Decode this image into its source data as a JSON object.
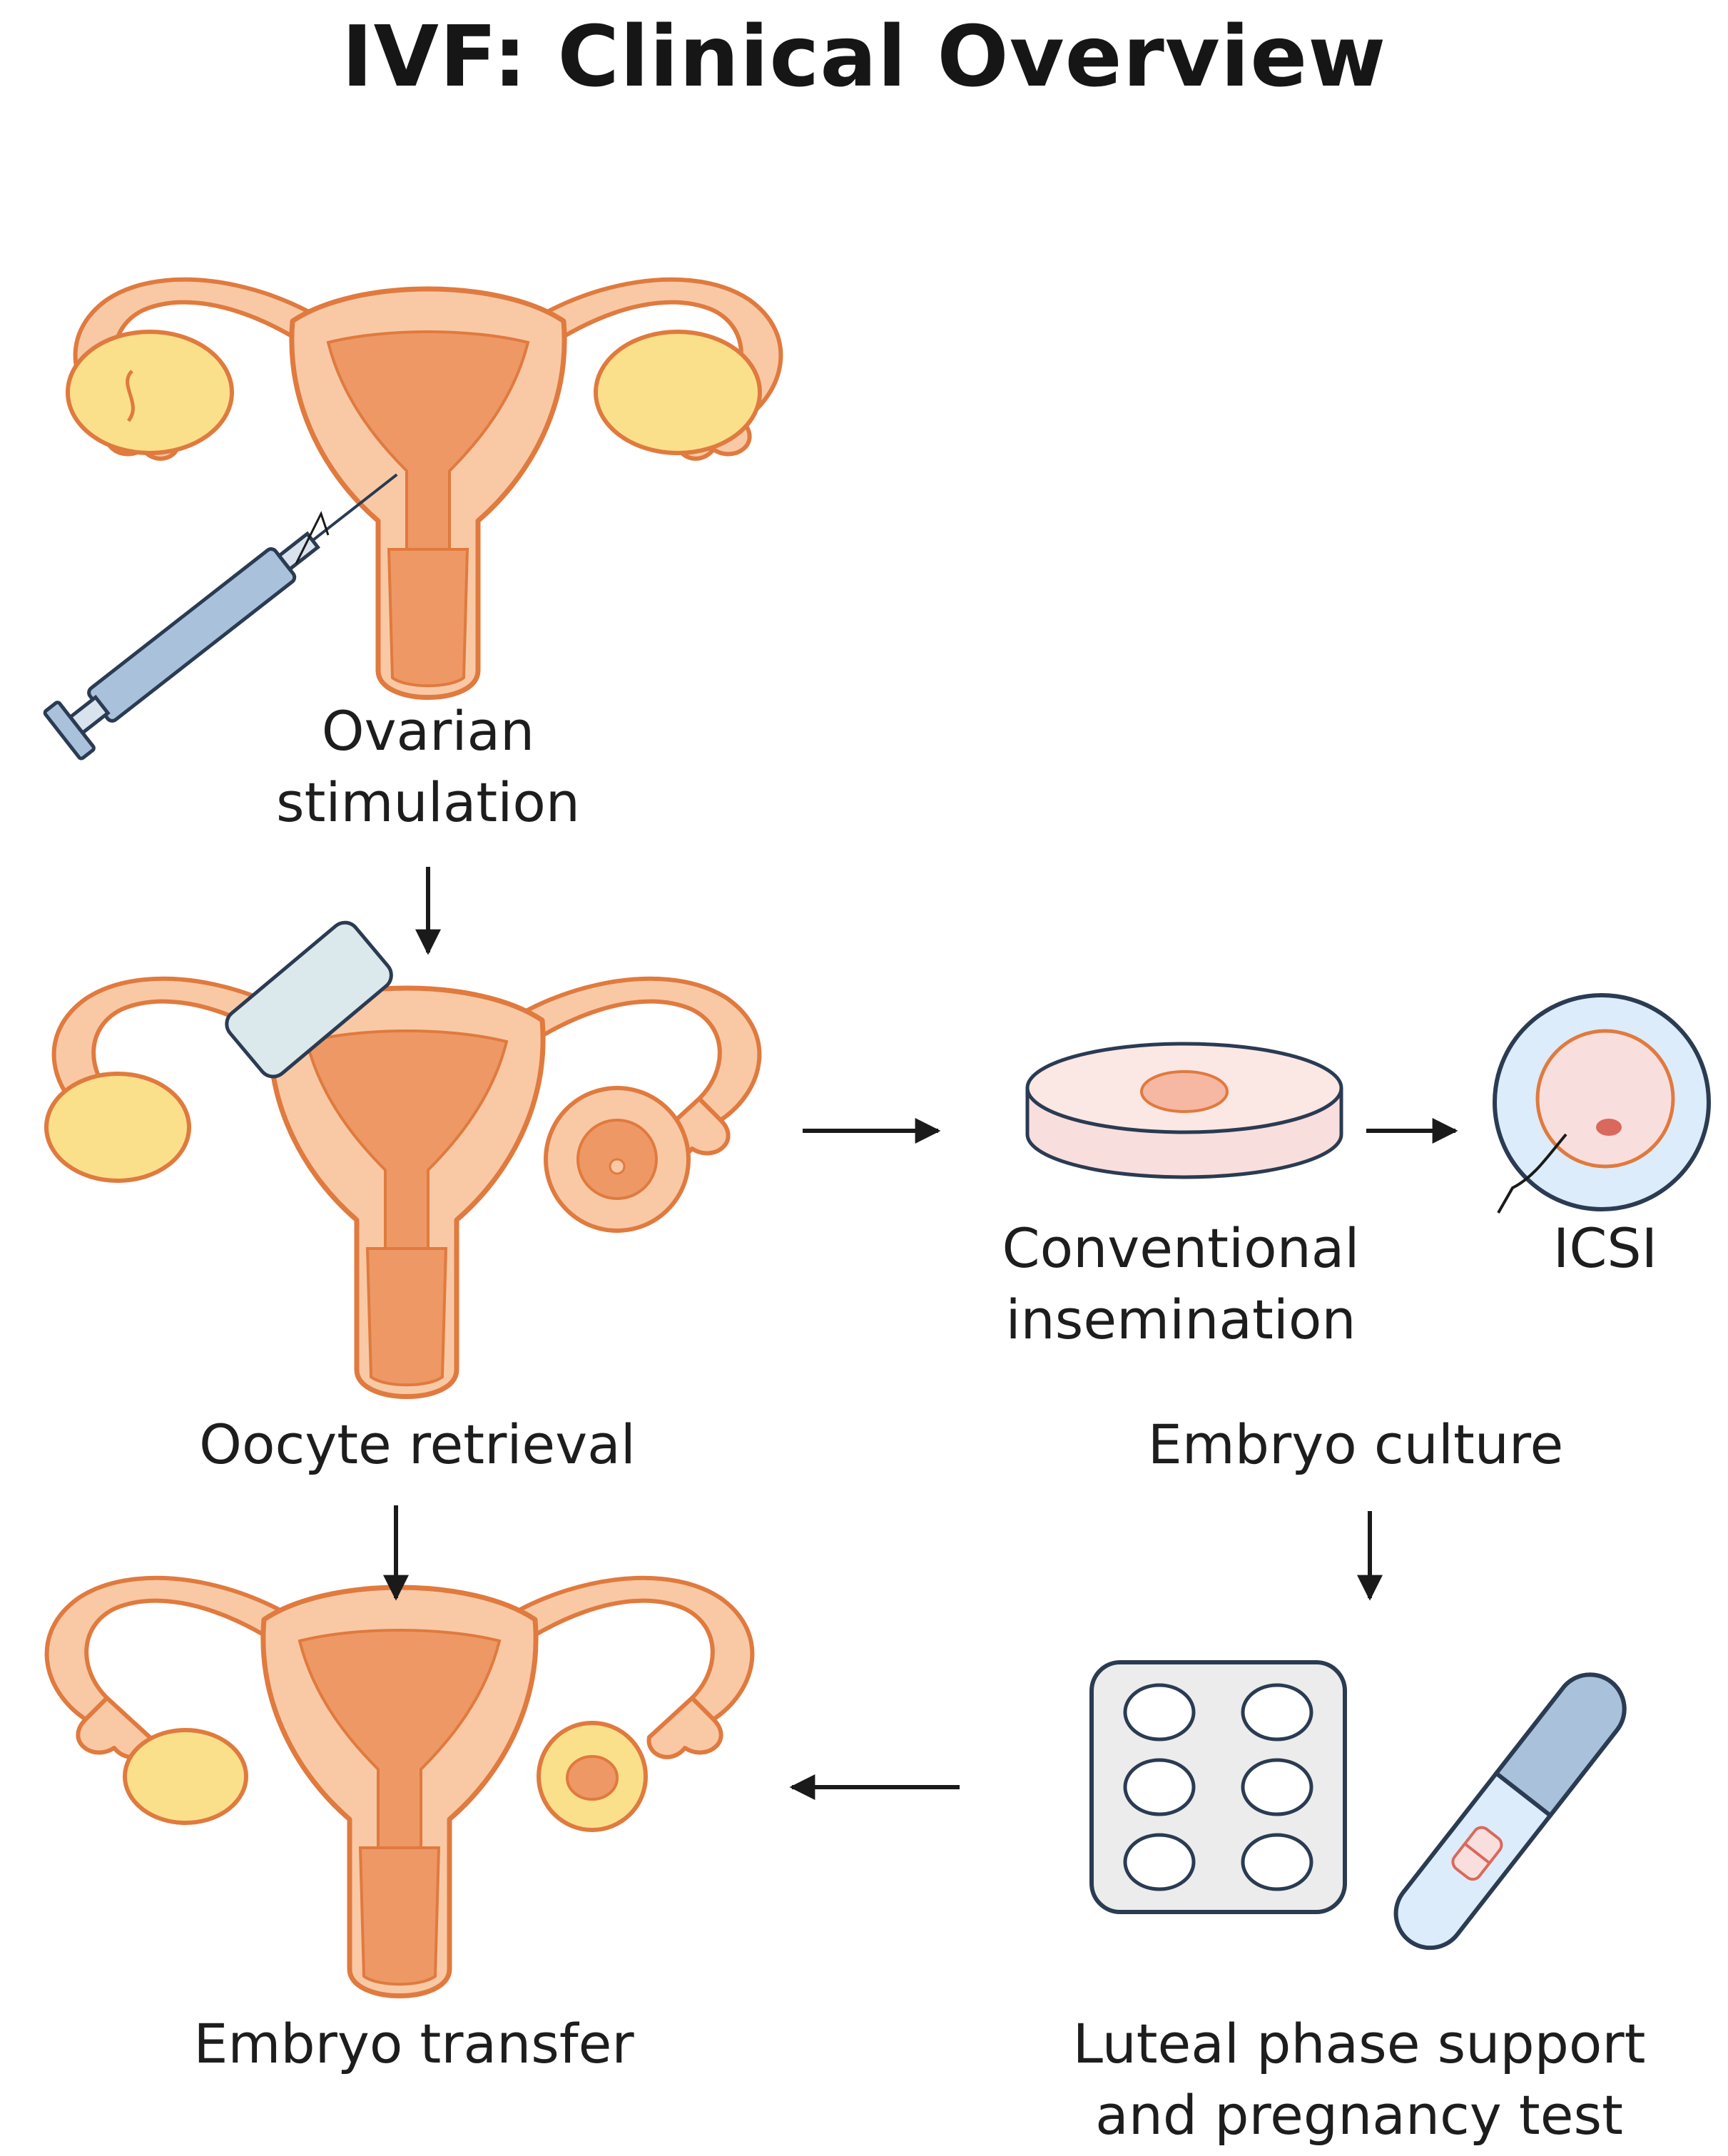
{
  "title": "IVF: Clinical Overview",
  "steps": {
    "ovarian_stimulation": [
      "Ovarian",
      "stimulation"
    ],
    "oocyte_retrieval": "Oocyte retrieval",
    "conventional_insemination": [
      "Conventional",
      "insemination"
    ],
    "icsi": "ICSI",
    "embryo_culture": "Embryo culture",
    "embryo_transfer": "Embryo transfer",
    "luteal_support": [
      "Luteal phase support",
      "and pregnancy test"
    ]
  },
  "colors": {
    "uterus_fill": "#f9c9a6",
    "uterus_outline": "#e07a3e",
    "uterus_inner": "#ee9866",
    "ovary_fill": "#fbe08c",
    "syringe_fill": "#aac1dc",
    "dish_fill": "#f9dede",
    "icsi_outer": "#dcecfa",
    "test_cap": "#a9c1db",
    "arrow": "#1a1a1a"
  },
  "icons": [
    "uterus",
    "syringe",
    "ultrasound-probe",
    "petri-dish",
    "icsi-oocyte",
    "pill-blister",
    "pregnancy-test"
  ]
}
